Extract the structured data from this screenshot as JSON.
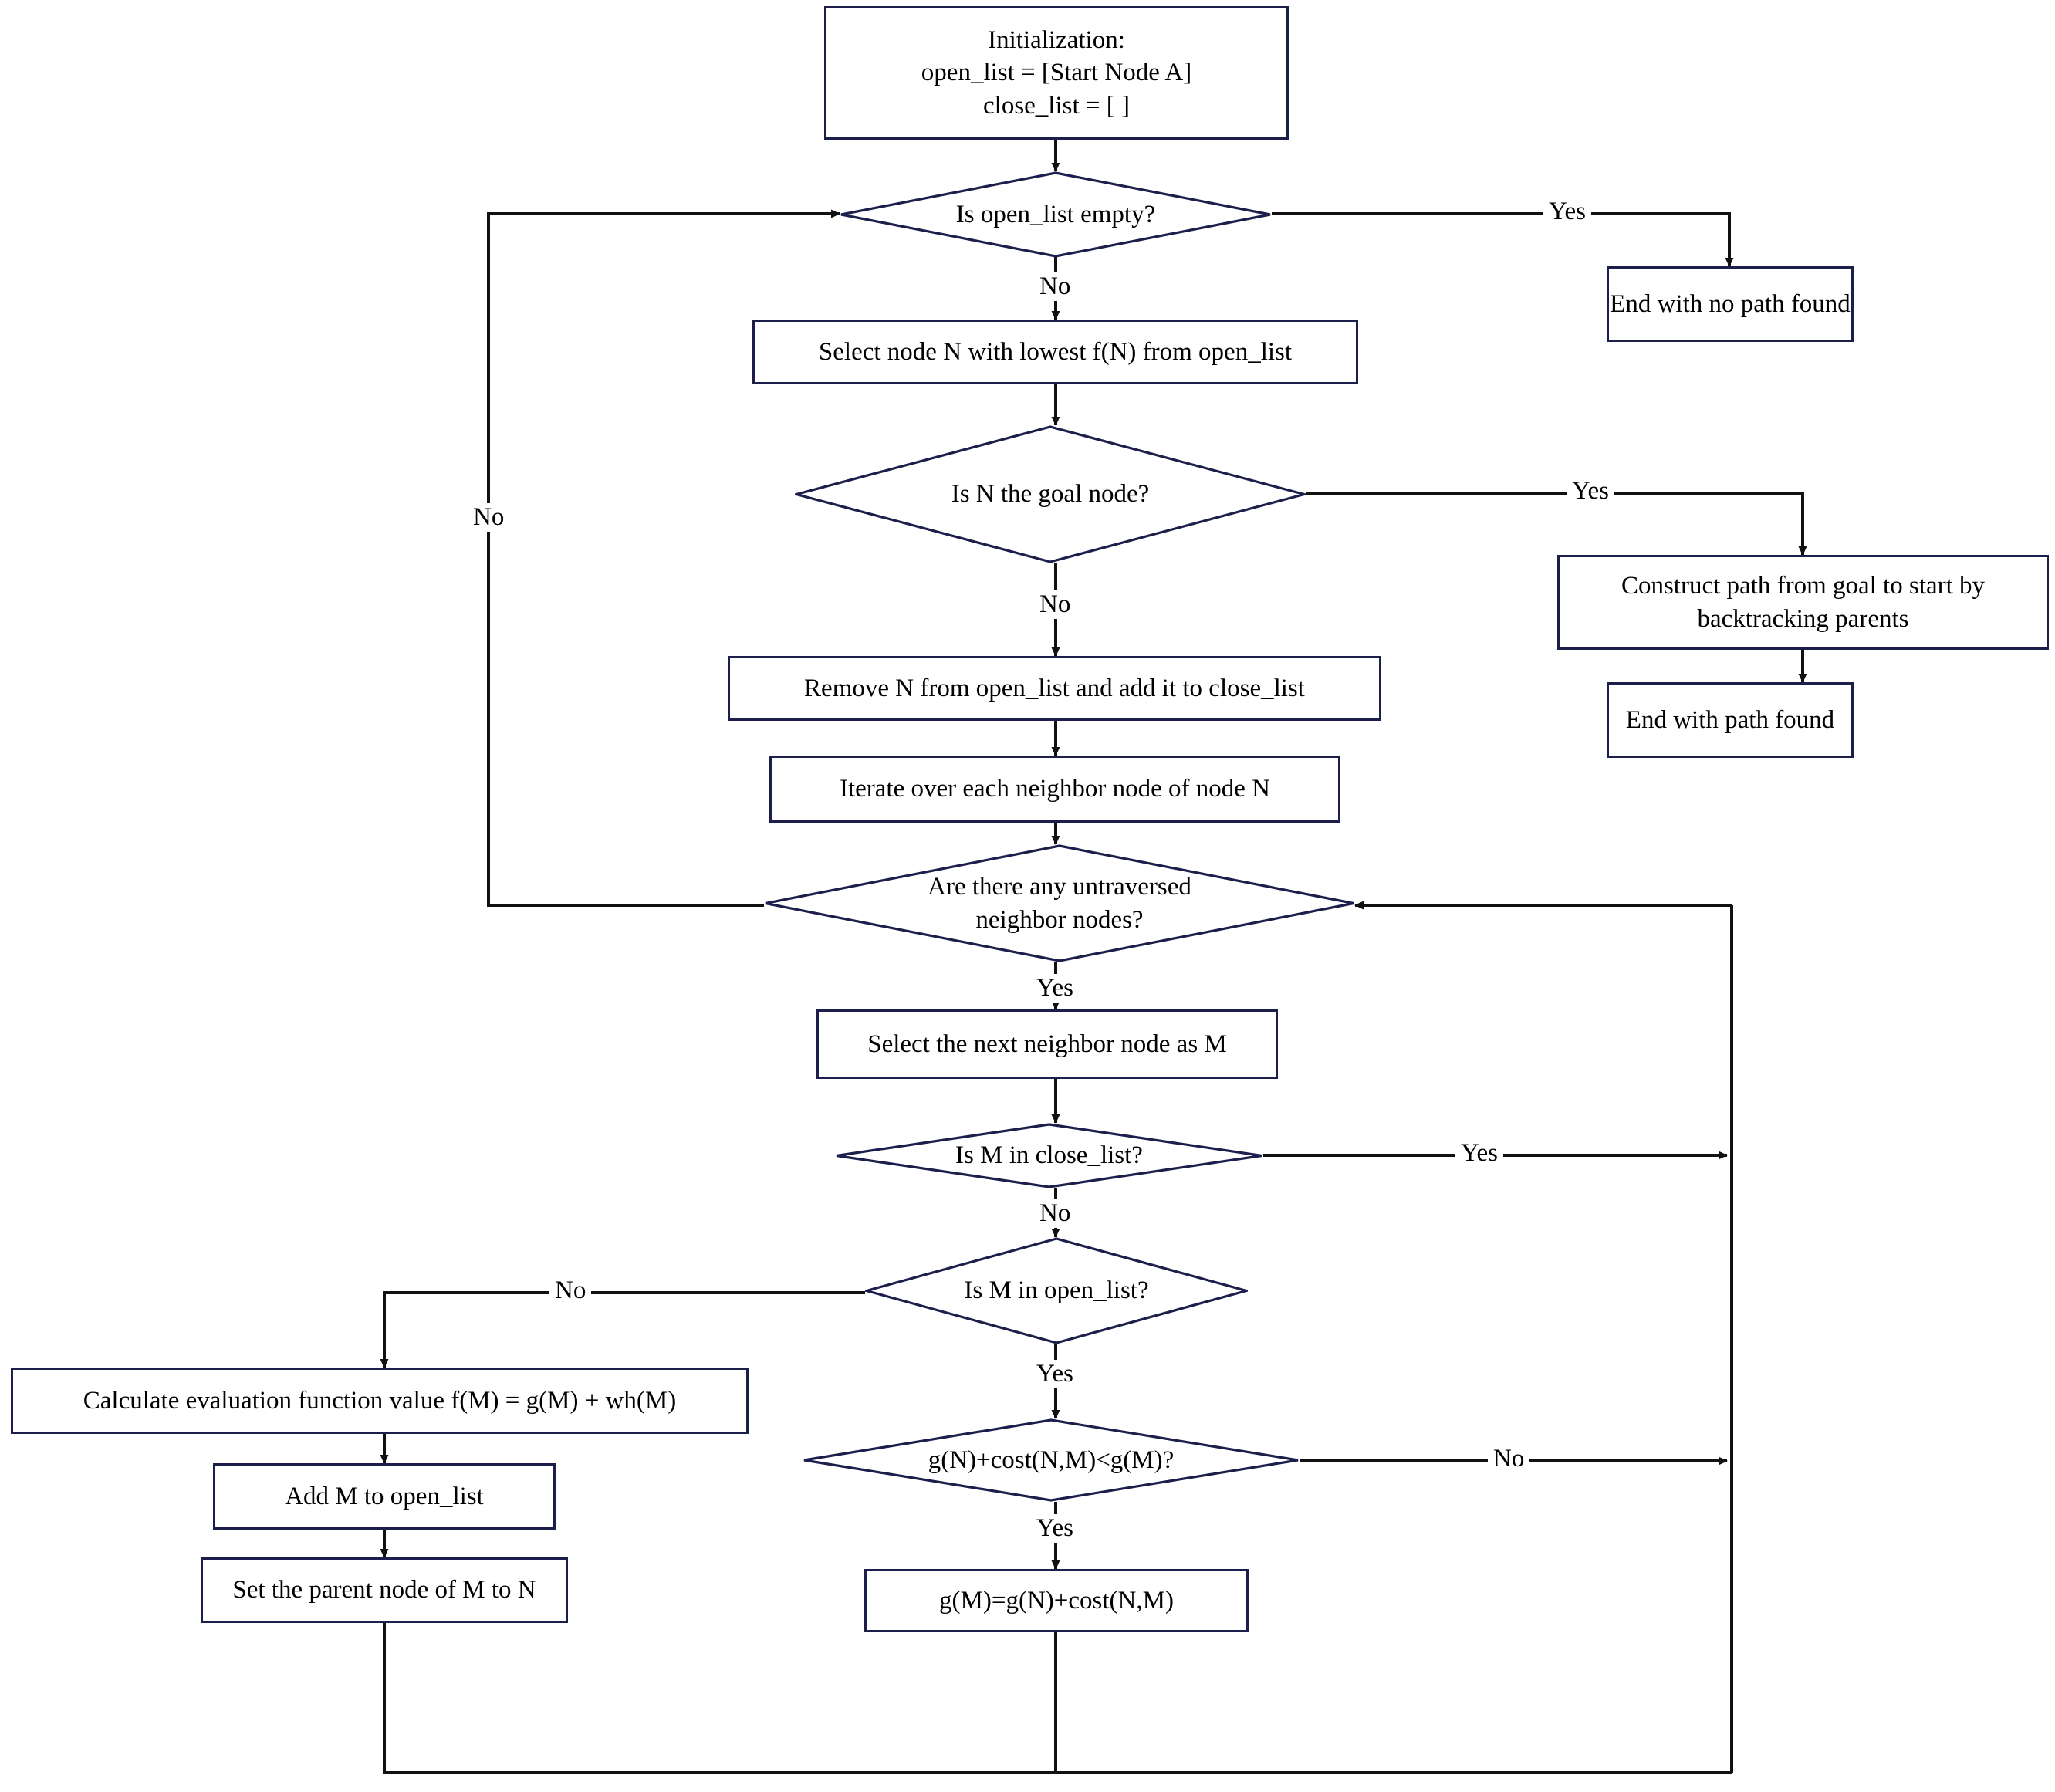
{
  "diagram": {
    "title": "A* pathfinding algorithm flowchart",
    "colors": {
      "node_border": "#1c1f4b",
      "edge": "#111111",
      "text": "#000000",
      "background": "#ffffff"
    },
    "nodes": [
      {
        "id": "init",
        "type": "process",
        "text": "Initialization:\nopen_list = [Start Node A]\nclose_list = [ ]"
      },
      {
        "id": "d_open_empty",
        "type": "decision",
        "text": "Is open_list empty?"
      },
      {
        "id": "no_path",
        "type": "process",
        "text": "End with no path found"
      },
      {
        "id": "select_n",
        "type": "process",
        "text": "Select node N with lowest f(N) from open_list"
      },
      {
        "id": "d_goal",
        "type": "decision",
        "text": "Is N the goal node?"
      },
      {
        "id": "construct",
        "type": "process",
        "text": "Construct path from goal to start by\nbacktracking parents"
      },
      {
        "id": "path_found",
        "type": "process",
        "text": "End with path found"
      },
      {
        "id": "remove_n",
        "type": "process",
        "text": "Remove N from open_list and add it to close_list"
      },
      {
        "id": "iterate",
        "type": "process",
        "text": "Iterate over each neighbor node of node N"
      },
      {
        "id": "d_untrav",
        "type": "decision",
        "text": "Are there any untraversed\nneighbor nodes?"
      },
      {
        "id": "select_m",
        "type": "process",
        "text": "Select the next neighbor node as M"
      },
      {
        "id": "d_close",
        "type": "decision",
        "text": "Is M in close_list?"
      },
      {
        "id": "d_open",
        "type": "decision",
        "text": "Is M in open_list?"
      },
      {
        "id": "calc_f",
        "type": "process",
        "text": "Calculate evaluation function value f(M) = g(M) + wh(M)"
      },
      {
        "id": "add_m",
        "type": "process",
        "text": "Add M to open_list"
      },
      {
        "id": "set_parent",
        "type": "process",
        "text": "Set the parent node of M to N"
      },
      {
        "id": "d_cost",
        "type": "decision",
        "text": "g(N)+cost(N,M)<g(M)?"
      },
      {
        "id": "update_g",
        "type": "process",
        "text": "g(M)=g(N)+cost(N,M)"
      }
    ],
    "edge_labels": {
      "open_empty_yes": "Yes",
      "open_empty_no": "No",
      "goal_yes": "Yes",
      "goal_no": "No",
      "untrav_no": "No",
      "untrav_yes": "Yes",
      "close_yes": "Yes",
      "close_no": "No",
      "open_no": "No",
      "open_yes": "Yes",
      "cost_no": "No",
      "cost_yes": "Yes"
    }
  }
}
